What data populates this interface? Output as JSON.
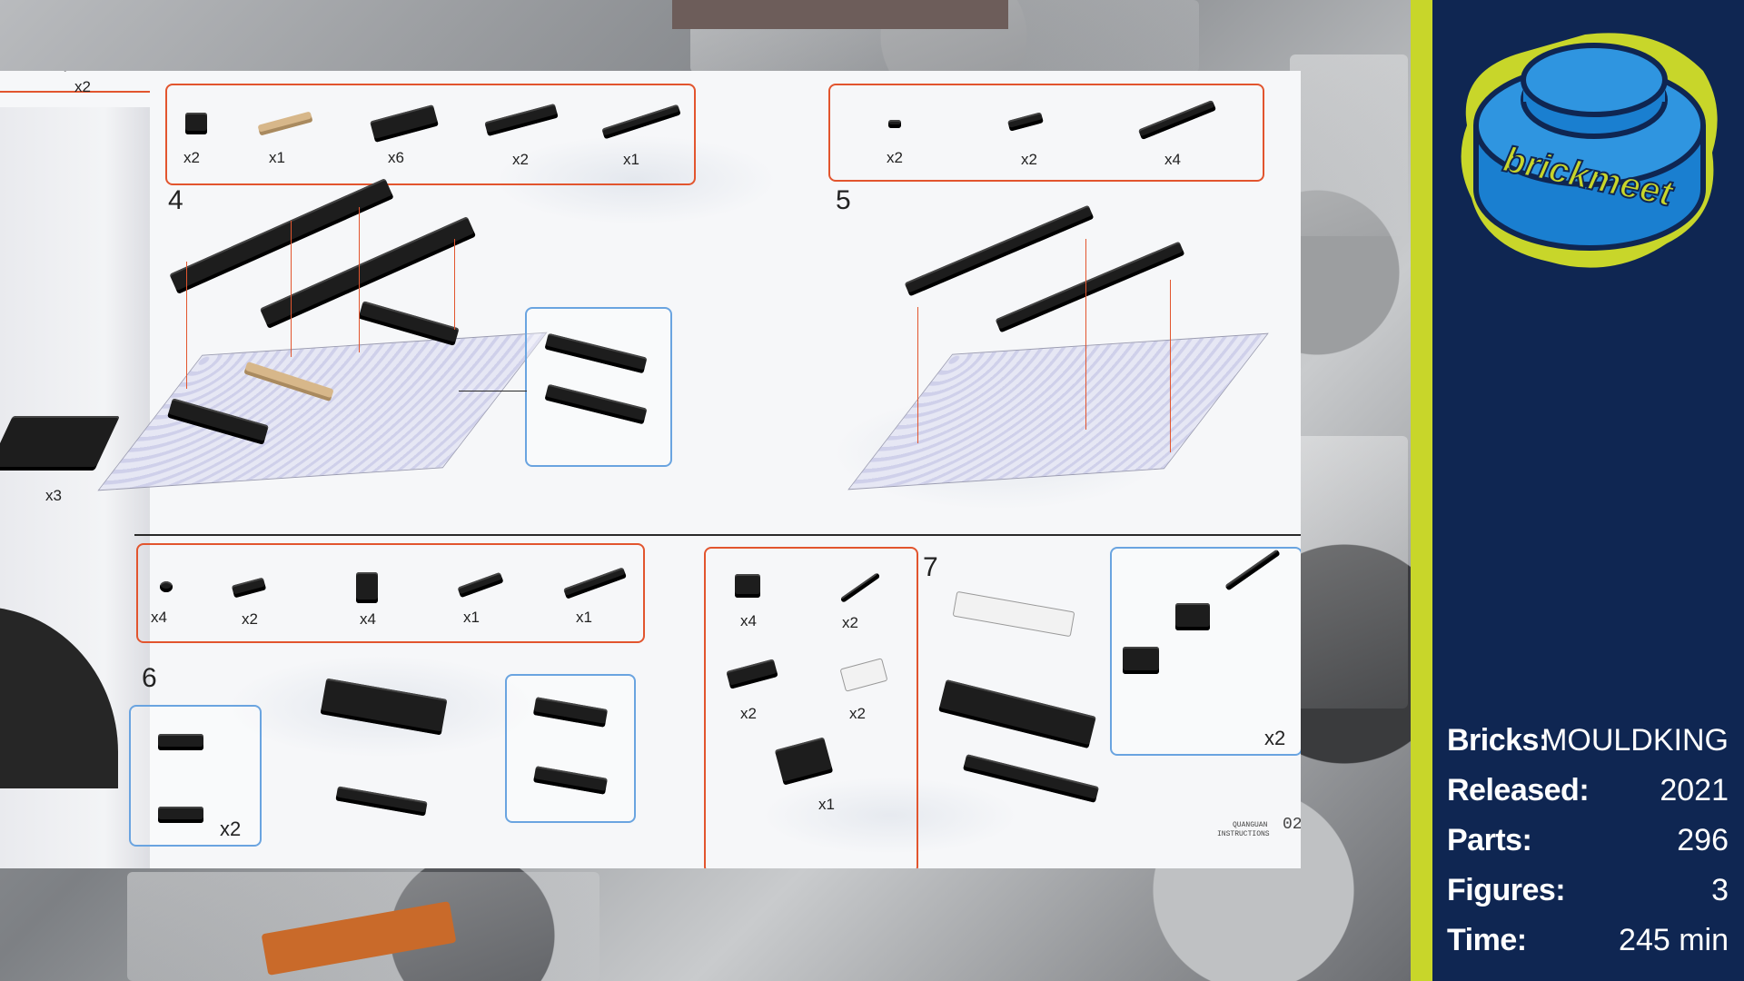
{
  "manual": {
    "steps": [
      "4",
      "5",
      "6",
      "7"
    ],
    "step4_parts": [
      "x2",
      "x1",
      "x6",
      "x2",
      "x1"
    ],
    "step5_parts": [
      "x2",
      "x2",
      "x4"
    ],
    "step6_parts": [
      "x4",
      "x2",
      "x4",
      "x1",
      "x1"
    ],
    "step7_parts": [
      "x4",
      "x2",
      "x2",
      "x2",
      "x1"
    ],
    "left_page_labels": [
      "x2",
      "x3"
    ],
    "callout_multipliers": [
      "x2",
      "x2"
    ],
    "brand_small": "QUANGUAN",
    "brand_small2": "INSTRUCTIONS",
    "page_number": "02"
  },
  "panel": {
    "logo_text": "brickmeet",
    "colors": {
      "background": "#0f2652",
      "accent": "#c8d62a",
      "logo_blue": "#1a7fd0"
    },
    "rows": [
      {
        "label": "Bricks:",
        "value": "MOULDKING"
      },
      {
        "label": "Released:",
        "value": "2021"
      },
      {
        "label": "Parts:",
        "value": "296"
      },
      {
        "label": "Figures:",
        "value": "3"
      },
      {
        "label": "Time:",
        "value": "245 min"
      }
    ]
  }
}
